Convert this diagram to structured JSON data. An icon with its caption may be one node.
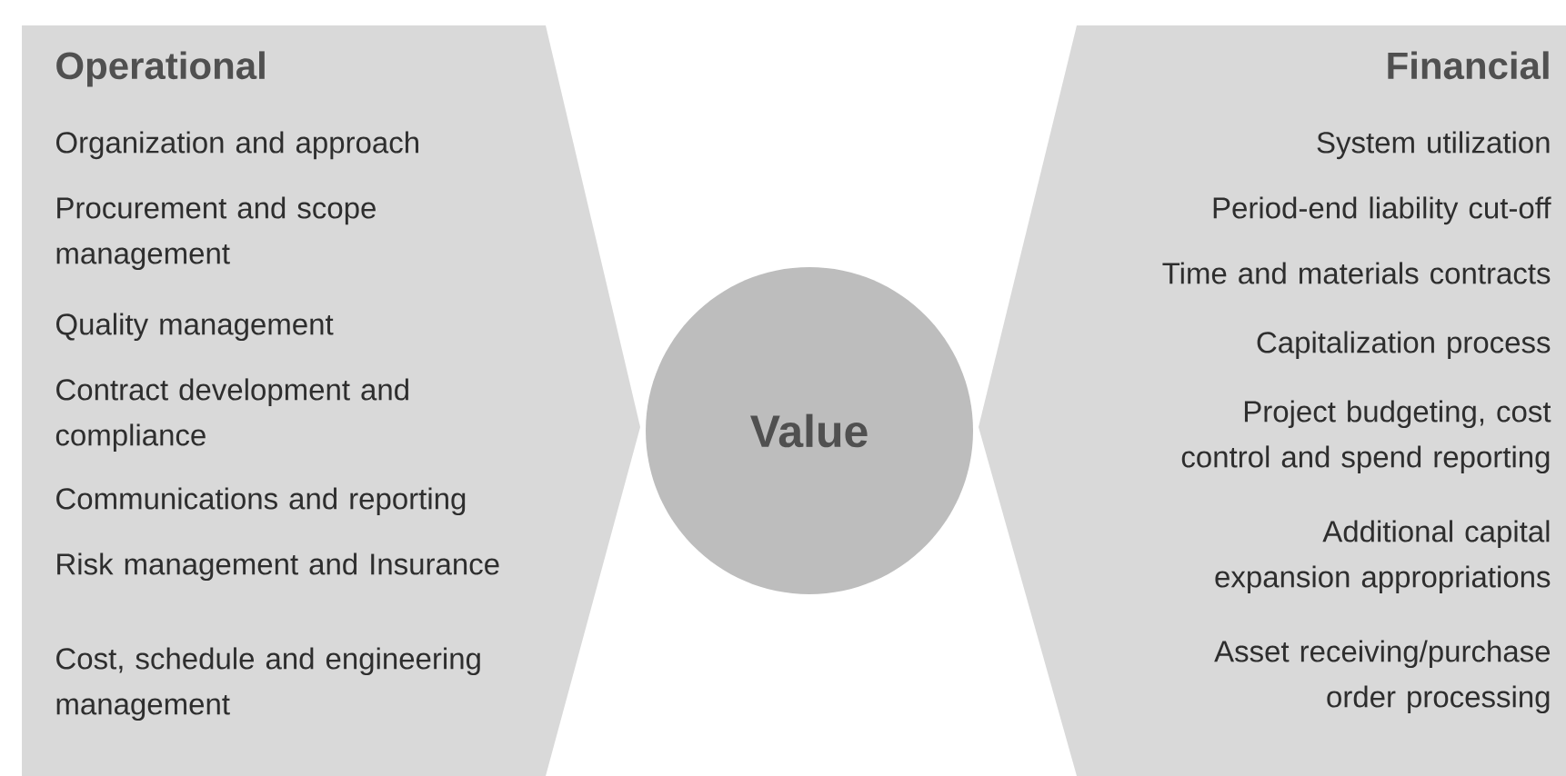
{
  "diagram": {
    "nodes": [
      {
        "text": [
          "Operational",
          "Organization and approach",
          "Procurement and scope management",
          "Quality management",
          "Contract development and compliance",
          "Communications and reporting",
          "Risk management and Insurance",
          "Cost, schedule and engineering management"
        ]
      },
      {
        "text": [
          "Value"
        ]
      },
      {
        "text": [
          "Financial",
          "System utilization",
          "Period-end liability cut-off",
          "Time and materials contracts",
          "Capitalization process",
          "Project budgeting, cost control and spend reporting",
          "Additional capital expansion appropriations",
          "Asset receiving/purchase order processing"
        ]
      }
    ]
  }
}
